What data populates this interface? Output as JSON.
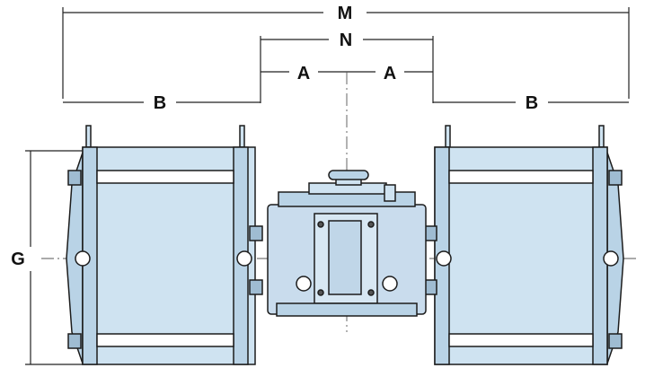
{
  "dimensions": {
    "m": "M",
    "n": "N",
    "a_left": "A",
    "a_right": "A",
    "b_left": "B",
    "b_right": "B",
    "g": "G"
  },
  "colors": {
    "body_fill": "#cfe3f1",
    "body_stroke": "#1c1c1c",
    "frame_fill": "#b9d3e6",
    "center_fill": "#c9dced",
    "dim_line": "#222222",
    "highlight": "#ffffff"
  }
}
